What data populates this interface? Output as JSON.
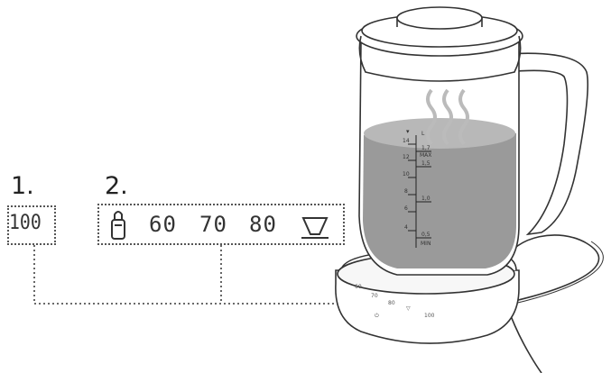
{
  "steps": {
    "one": "1.",
    "two": "2."
  },
  "display": {
    "value": "100"
  },
  "presets": {
    "baby_bottle_icon": "baby-bottle-icon",
    "temp_60": "60",
    "temp_70": "70",
    "temp_80": "80",
    "coffee_filter_icon": "coffee-filter-icon"
  },
  "scale": {
    "cups": [
      "14",
      "12",
      "10",
      "8",
      "6",
      "4"
    ],
    "liters": [
      "L",
      "1,7",
      "MAX",
      "1,5",
      "1,0",
      "0,5",
      "MIN"
    ]
  },
  "base_buttons": [
    "60",
    "70",
    "80",
    "100"
  ],
  "colors": {
    "water": "#9a9a9a",
    "water_top": "#b8b8b8",
    "line": "#333333"
  }
}
